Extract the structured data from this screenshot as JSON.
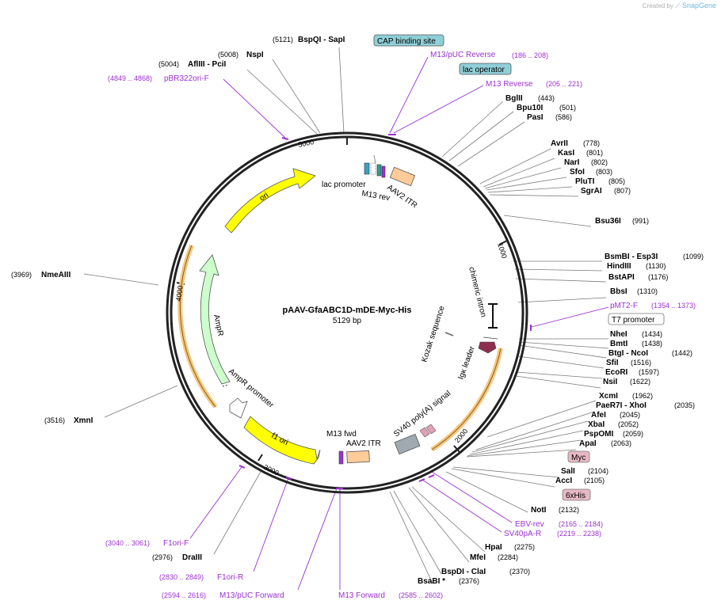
{
  "credit": {
    "created_by": "Created by",
    "brand": "SnapGene"
  },
  "plasmid": {
    "name": "pAAV-GfaABC1D-mDE-Myc-His",
    "length": "5129 bp",
    "total_bp": 5129
  },
  "ticks": [
    {
      "bp": 1000,
      "label": "1000"
    },
    {
      "bp": 2000,
      "label": "2000"
    },
    {
      "bp": 3000,
      "label": "3000"
    },
    {
      "bp": 4000,
      "label": "4000"
    },
    {
      "bp": 5000,
      "label": "5000"
    }
  ],
  "sites": [
    {
      "name": "BspQI - SapI",
      "pos": "(5121)"
    },
    {
      "name": "NspI",
      "pos": "(5008)"
    },
    {
      "name": "AflIII - PciI",
      "pos": "(5004)"
    },
    {
      "name": "BglII",
      "pos": "(443)"
    },
    {
      "name": "Bpu10I",
      "pos": "(501)"
    },
    {
      "name": "PasI",
      "pos": "(586)"
    },
    {
      "name": "AvrII",
      "pos": "(778)"
    },
    {
      "name": "KasI",
      "pos": "(801)"
    },
    {
      "name": "NarI",
      "pos": "(802)"
    },
    {
      "name": "SfoI",
      "pos": "(803)"
    },
    {
      "name": "PluTI",
      "pos": "(805)"
    },
    {
      "name": "SgrAI",
      "pos": "(807)"
    },
    {
      "name": "Bsu36I",
      "pos": "(991)"
    },
    {
      "name": "BsmBI - Esp3I",
      "pos": "(1099)"
    },
    {
      "name": "HindIII",
      "pos": "(1130)"
    },
    {
      "name": "BstAPI",
      "pos": "(1176)"
    },
    {
      "name": "BbsI",
      "pos": "(1310)"
    },
    {
      "name": "NheI",
      "pos": "(1434)"
    },
    {
      "name": "BmtI",
      "pos": "(1438)"
    },
    {
      "name": "BtgI - NcoI",
      "pos": "(1442)"
    },
    {
      "name": "SfiI",
      "pos": "(1516)"
    },
    {
      "name": "EcoRI",
      "pos": "(1597)"
    },
    {
      "name": "NsiI",
      "pos": "(1622)"
    },
    {
      "name": "XcmI",
      "pos": "(1962)"
    },
    {
      "name": "PaeR7I - XhoI",
      "pos": "(2035)"
    },
    {
      "name": "AfeI",
      "pos": "(2045)"
    },
    {
      "name": "XbaI",
      "pos": "(2052)"
    },
    {
      "name": "PspOMI",
      "pos": "(2059)"
    },
    {
      "name": "ApaI",
      "pos": "(2063)"
    },
    {
      "name": "SalI",
      "pos": "(2104)"
    },
    {
      "name": "AccI",
      "pos": "(2105)"
    },
    {
      "name": "NotI",
      "pos": "(2132)"
    },
    {
      "name": "HpaI",
      "pos": "(2275)"
    },
    {
      "name": "MfeI",
      "pos": "(2284)"
    },
    {
      "name": "BspDI - ClaI",
      "pos": "(2370)"
    },
    {
      "name": "BsaBI *",
      "pos": "(2376)"
    },
    {
      "name": "DraIII",
      "pos": "(2976)"
    },
    {
      "name": "XmnI",
      "pos": "(3516)"
    },
    {
      "name": "NmeAIII",
      "pos": "(3969)"
    }
  ],
  "primers": [
    {
      "name": "M13/pUC Reverse",
      "range": "(186 .. 208)"
    },
    {
      "name": "M13 Reverse",
      "range": "(205 .. 221)"
    },
    {
      "name": "pBR322ori-F",
      "range": "(4849 .. 4868)"
    },
    {
      "name": "pMT2-F",
      "range": "(1354 .. 1373)"
    },
    {
      "name": "EBV-rev",
      "range": "(2165 .. 2184)"
    },
    {
      "name": "SV40pA-R",
      "range": "(2219 .. 2238)"
    },
    {
      "name": "F1ori-F",
      "range": "(3040 .. 3061)"
    },
    {
      "name": "F1ori-R",
      "range": "(2830 .. 2849)"
    },
    {
      "name": "M13/pUC Forward",
      "range": "(2594 .. 2616)"
    },
    {
      "name": "M13 Forward",
      "range": "(2585 .. 2602)"
    }
  ],
  "boxed_labels": [
    {
      "name": "CAP binding site",
      "fill": "#8fcfd8"
    },
    {
      "name": "lac operator",
      "fill": "#8fcfd8"
    },
    {
      "name": "T7 promoter",
      "fill": "#ffffff"
    },
    {
      "name": "Myc",
      "fill": "#e7b8c4"
    },
    {
      "name": "6xHis",
      "fill": "#e7b8c4"
    }
  ],
  "features": {
    "lac_promoter": "lac promoter",
    "m13_rev": "M13 rev",
    "aav2_itr_top": "AAV2 ITR",
    "ori": "ori",
    "ampr": "AmpR",
    "ampr_promoter": "AmpR promoter",
    "f1_ori": "f1 ori",
    "m13_fwd": "M13 fwd",
    "aav2_itr_bottom": "AAV2 ITR",
    "sv40_polya": "SV40 poly(A) signal",
    "igk_leader": "Igκ leader",
    "kozak": "Kozak sequence",
    "chimeric_intron": "chimeric intron"
  },
  "colors": {
    "ori": "#ffff00",
    "ampr": "#ccffcc",
    "itr": "#ffcc99",
    "primer": "#9b30d0",
    "leader_highlight": "#f5c77e",
    "igk": "#8e2f4f",
    "sv40": "#a0a8b0"
  }
}
